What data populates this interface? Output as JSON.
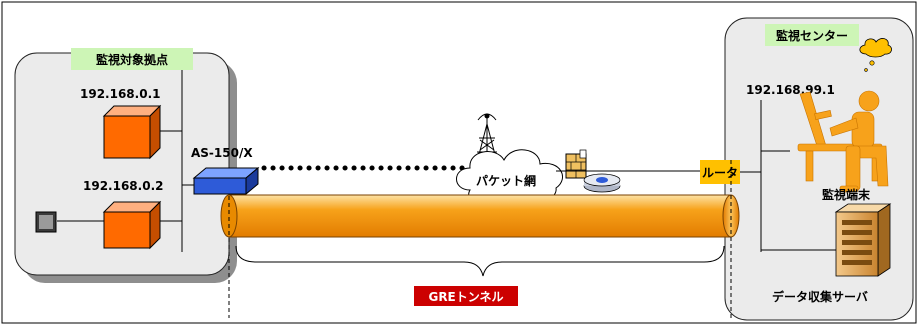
{
  "site": {
    "title": "監視対象拠点",
    "ip1": "192.168.0.1",
    "ip2": "192.168.0.2"
  },
  "device": {
    "name": "AS-150/X"
  },
  "network": {
    "label": "パケット網"
  },
  "router": {
    "label": "ルータ"
  },
  "center": {
    "title": "監視センター",
    "ip": "192.168.99.1",
    "terminal_label": "監視端末",
    "server_label": "データ収集サーバ"
  },
  "tunnel": {
    "label": "GREトンネル"
  },
  "colors": {
    "site_bg": "#ebebeb",
    "site_tag_bg": "#cdf5b6",
    "device_blue": "#2e5bd8",
    "host_orange": "#ff6a00",
    "tunnel_orange": "#f79b15",
    "router_yellow": "#ffc000",
    "gre_red": "#cc0000",
    "person": "#f7a21b",
    "server": "#d99a45"
  }
}
